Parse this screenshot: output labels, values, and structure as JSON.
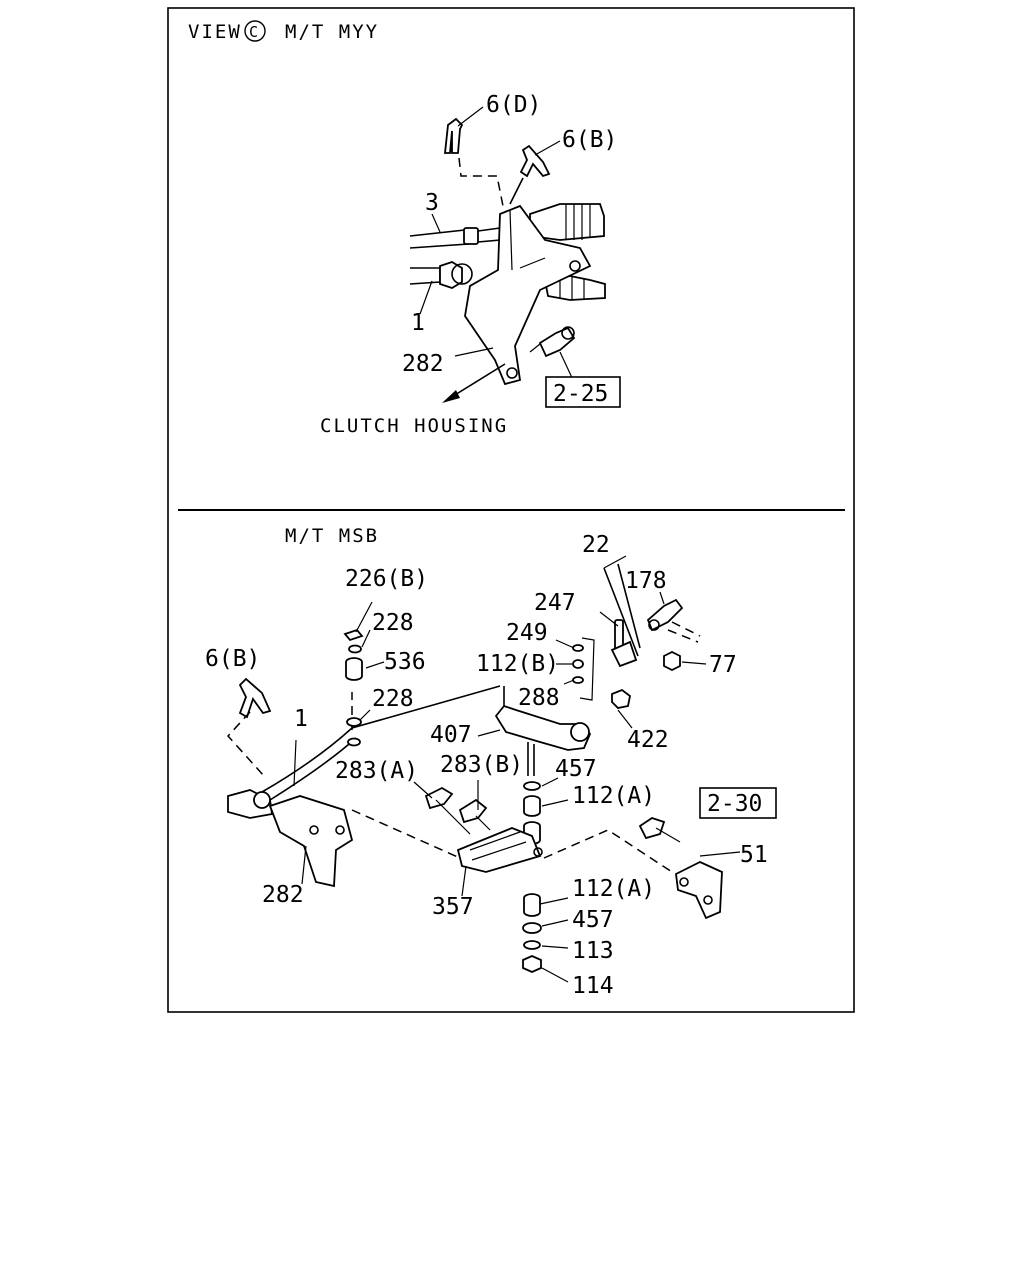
{
  "top_panel": {
    "title_view": "VIEW",
    "title_circle": "C",
    "title_rest": "M/T MYY",
    "labels": {
      "p6d": "6(D)",
      "p6b": "6(B)",
      "p3": "3",
      "p1": "1",
      "p282": "282",
      "ref": "2-25",
      "clutch": "CLUTCH HOUSING"
    }
  },
  "bottom_panel": {
    "title": "M/T MSB",
    "labels": {
      "p22": "22",
      "p178": "178",
      "p247": "247",
      "p226b": "226(B)",
      "p228a": "228",
      "p249": "249",
      "p6b": "6(B)",
      "p536": "536",
      "p112b": "112(B)",
      "p77": "77",
      "p288": "288",
      "p228b": "228",
      "p1": "1",
      "p407": "407",
      "p422": "422",
      "p283a": "283(A)",
      "p283b": "283(B)",
      "p457a": "457",
      "p112a1": "112(A)",
      "ref": "2-30",
      "p51": "51",
      "p282": "282",
      "p357": "357",
      "p112a2": "112(A)",
      "p457b": "457",
      "p113": "113",
      "p114": "114"
    }
  }
}
